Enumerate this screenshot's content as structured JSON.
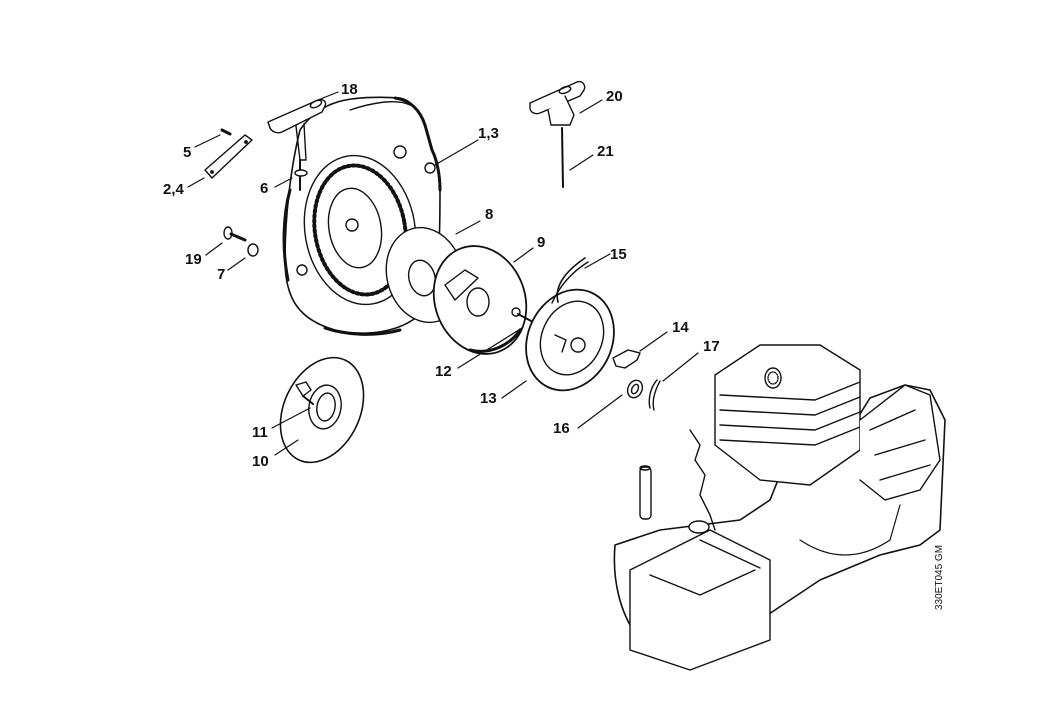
{
  "diagram": {
    "type": "exploded-parts-diagram",
    "subject": "chainsaw rewind starter and fan housing assembly",
    "drawing_code": "330ET045 GM",
    "callouts": [
      {
        "id": "18",
        "text": "18",
        "part": "starter-grip"
      },
      {
        "id": "1,3",
        "text": "1,3",
        "part": "fan-housing"
      },
      {
        "id": "5",
        "text": "5",
        "part": "screw"
      },
      {
        "id": "2,4",
        "text": "2,4",
        "part": "plate"
      },
      {
        "id": "6",
        "text": "6",
        "part": "rope-guide-bush"
      },
      {
        "id": "19",
        "text": "19",
        "part": "bolt"
      },
      {
        "id": "7",
        "text": "7",
        "part": "screw"
      },
      {
        "id": "8",
        "text": "8",
        "part": "washer-disc"
      },
      {
        "id": "9",
        "text": "9",
        "part": "spring-housing"
      },
      {
        "id": "20",
        "text": "20",
        "part": "starter-grip-alt"
      },
      {
        "id": "21",
        "text": "21",
        "part": "starter-rope"
      },
      {
        "id": "15",
        "text": "15",
        "part": "starter-rope"
      },
      {
        "id": "12",
        "text": "12",
        "part": "screw"
      },
      {
        "id": "13",
        "text": "13",
        "part": "rope-rotor"
      },
      {
        "id": "14",
        "text": "14",
        "part": "pawl"
      },
      {
        "id": "17",
        "text": "17",
        "part": "spring-clip"
      },
      {
        "id": "16",
        "text": "16",
        "part": "washer"
      },
      {
        "id": "11",
        "text": "11",
        "part": "pawl-stud"
      },
      {
        "id": "10",
        "text": "10",
        "part": "fan-wheel-cover"
      }
    ]
  }
}
